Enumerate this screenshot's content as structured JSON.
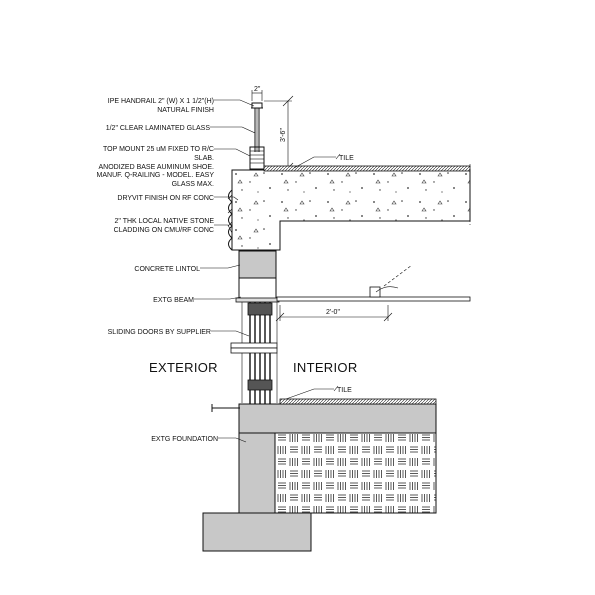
{
  "labels": {
    "handrail_1": "IPE HANDRAIL 2\" (W) X 1 1/2\"(H)",
    "handrail_2": "NATURAL FINISH",
    "glass": "1/2\" CLEAR LAMINATED GLASS",
    "mount_1": "TOP MOUNT 25 uM FIXED TO R/C",
    "mount_2": "SLAB.",
    "mount_3": "ANODIZED BASE AUMINUM SHOE.",
    "mount_4": "MANUF. Q-RAILING - MODEL. EASY",
    "mount_5": "GLASS MAX.",
    "dryvit": "DRYVIT FINISH ON RF CONC",
    "stone_1": "2\" THK LOCAL NATIVE STONE",
    "stone_2": "CLADDING ON CMU/RF CONC",
    "lintel": "CONCRETE LINTOL",
    "beam": "EXTG BEAM",
    "doors": "SLIDING DOORS BY SUPPLIER",
    "exterior": "EXTERIOR",
    "interior": "INTERIOR",
    "tile_top": "TILE",
    "tile_bottom": "TILE",
    "foundation": "EXTG FOUNDATION"
  },
  "dimensions": {
    "rail_width": "2\"",
    "rail_height": "3'-6\"",
    "soffit": "2'-0\""
  }
}
